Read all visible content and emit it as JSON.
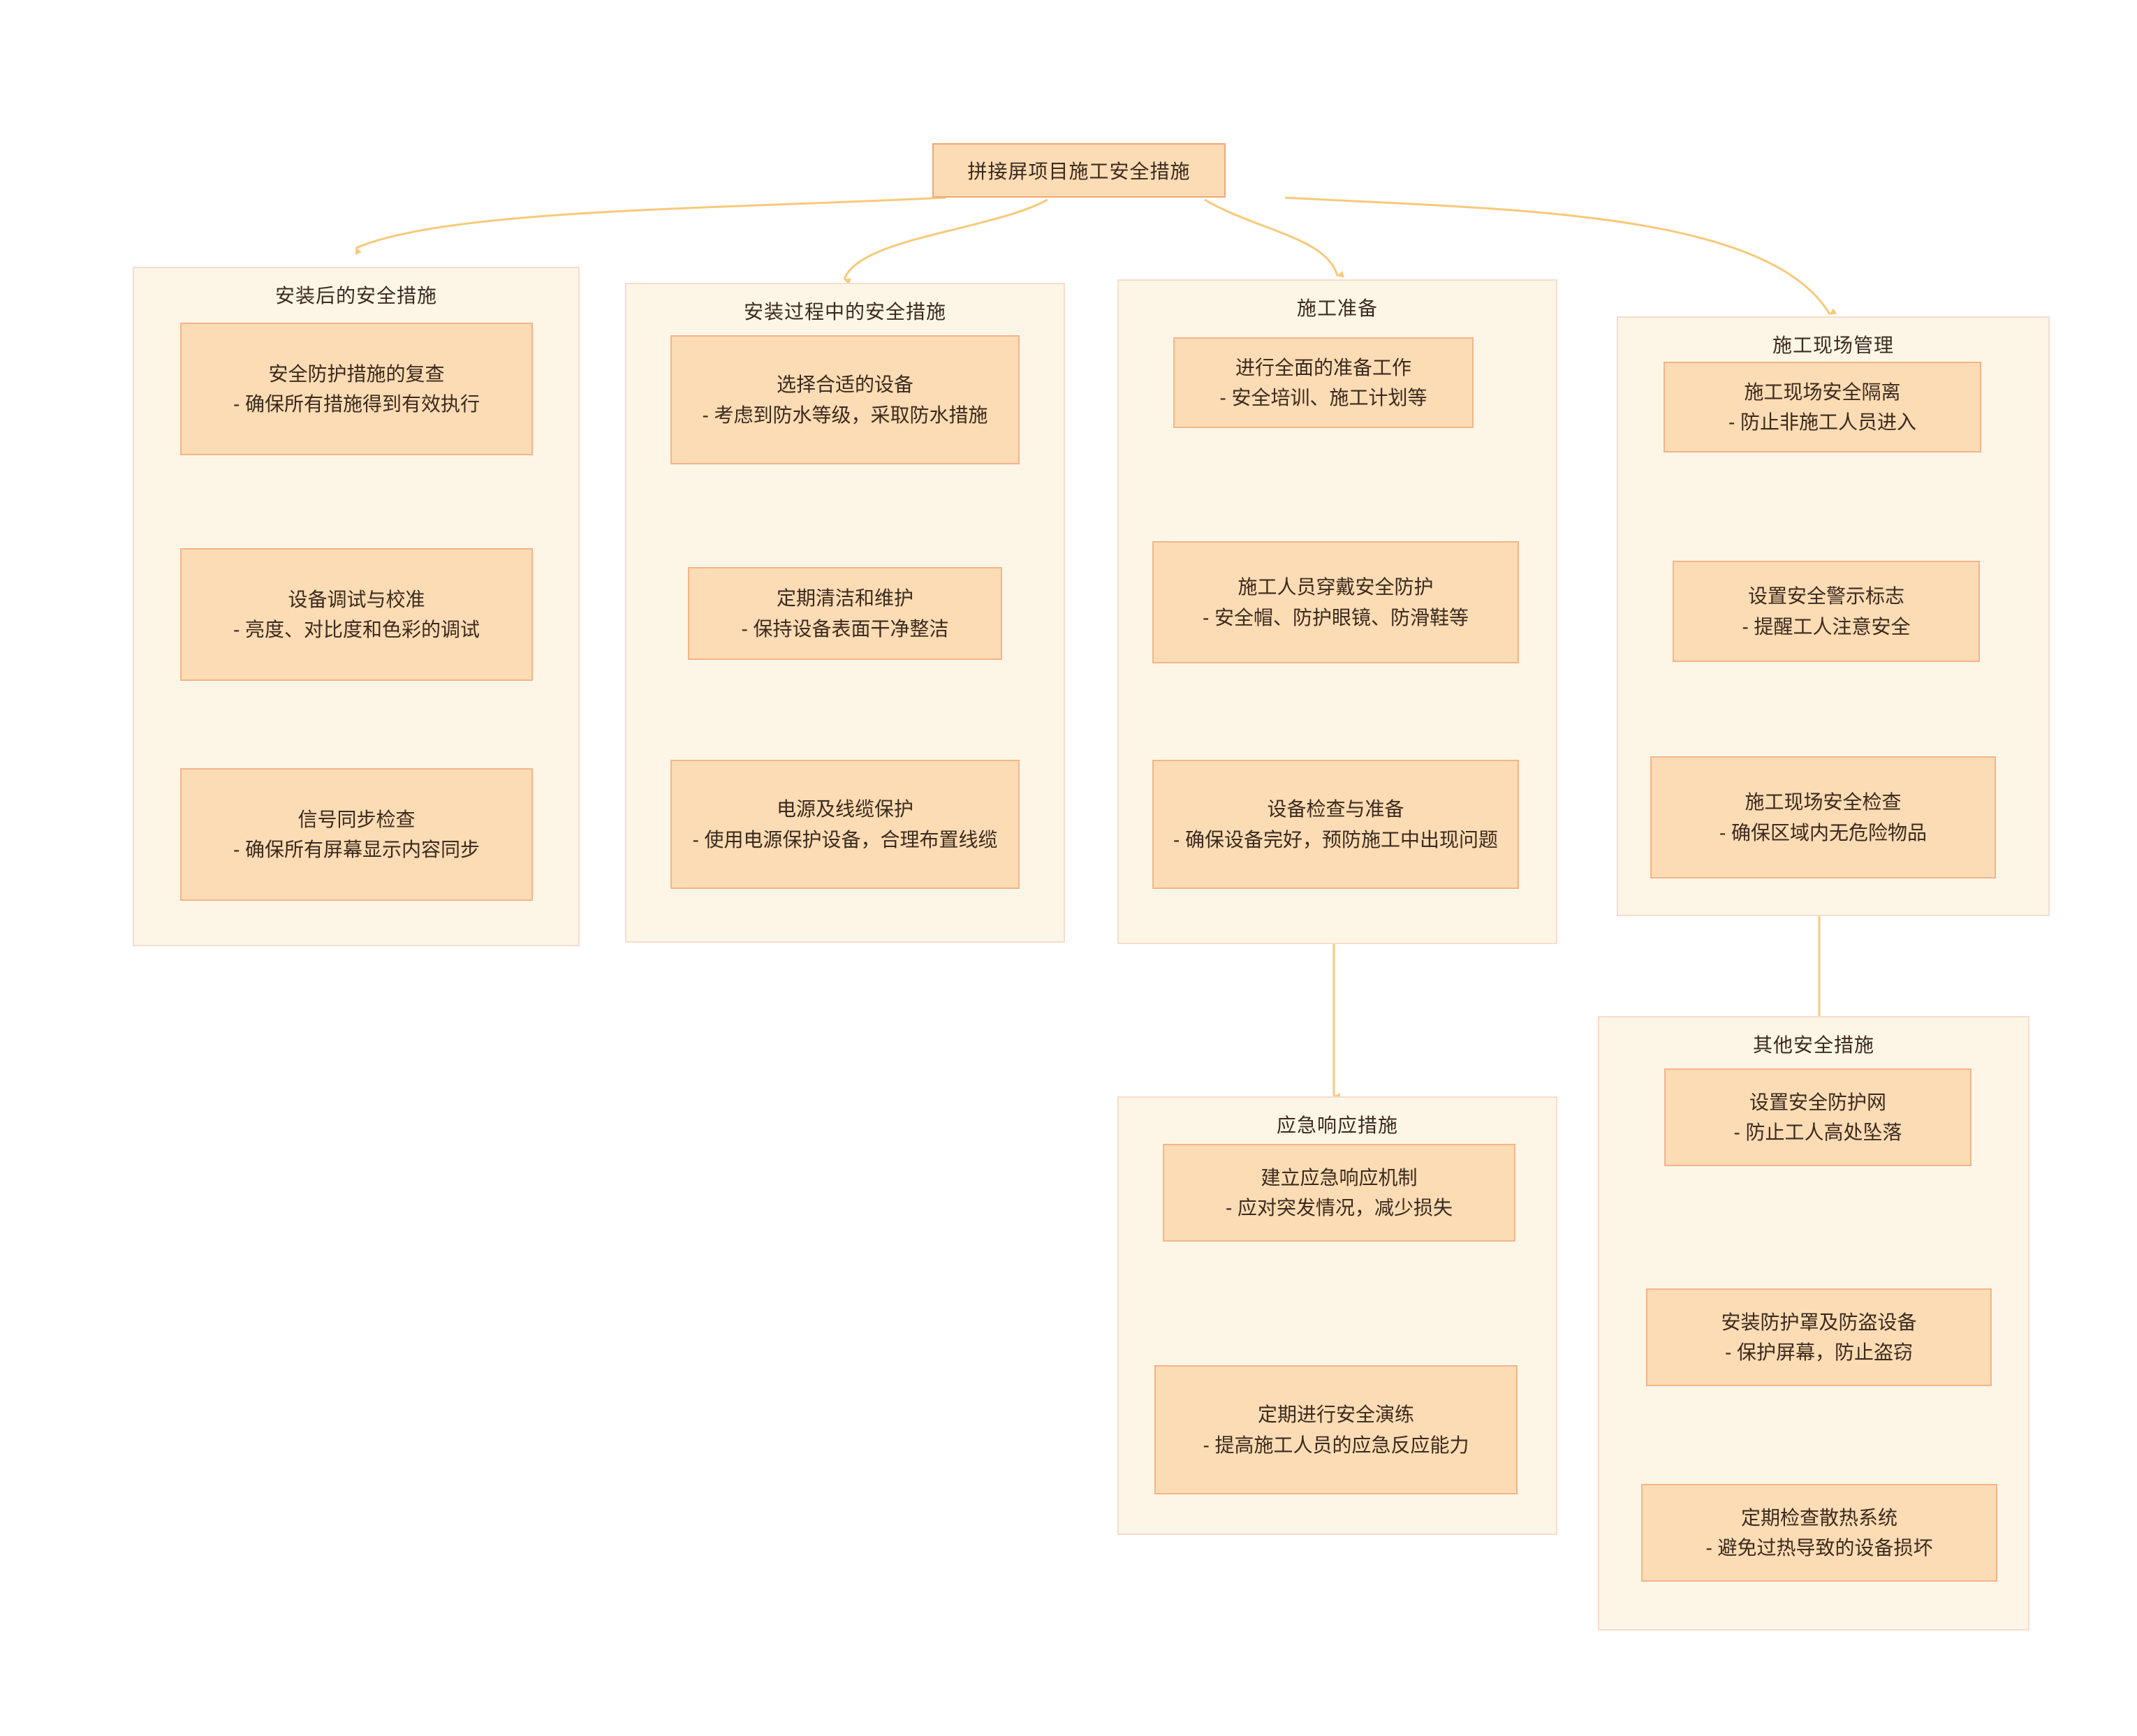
{
  "diagram": {
    "type": "flowchart",
    "title": "拼接屏项目施工安全措施",
    "colors": {
      "node_fill": "#fbdcb4",
      "node_border": "#f5b48a",
      "root_border": "#f0a875",
      "group_fill": "#fdf6e7",
      "group_border": "#f8dccd",
      "edge": "#f8c97a",
      "text": "#3c2a1e",
      "page_background": "#ffffff"
    }
  },
  "root": {
    "label": "拼接屏项目施工安全措施"
  },
  "groups": [
    {
      "id": "post-install",
      "title": "安装后的安全措施",
      "nodes": [
        {
          "title": "安全防护措施的复查",
          "detail": "- 确保所有措施得到有效执行"
        },
        {
          "title": "设备调试与校准",
          "detail": "- 亮度、对比度和色彩的调试"
        },
        {
          "title": "信号同步检查",
          "detail": "- 确保所有屏幕显示内容同步"
        }
      ]
    },
    {
      "id": "during-install",
      "title": "安装过程中的安全措施",
      "nodes": [
        {
          "title": "选择合适的设备",
          "detail": "- 考虑到防水等级，采取防水措施"
        },
        {
          "title": "定期清洁和维护",
          "detail": "- 保持设备表面干净整洁"
        },
        {
          "title": "电源及线缆保护",
          "detail": "- 使用电源保护设备，合理布置线缆"
        }
      ]
    },
    {
      "id": "construction-prep",
      "title": "施工准备",
      "nodes": [
        {
          "title": "进行全面的准备工作",
          "detail": "- 安全培训、施工计划等"
        },
        {
          "title": "施工人员穿戴安全防护",
          "detail": "- 安全帽、防护眼镜、防滑鞋等"
        },
        {
          "title": "设备检查与准备",
          "detail": "- 确保设备完好，预防施工中出现问题"
        }
      ]
    },
    {
      "id": "site-management",
      "title": "施工现场管理",
      "nodes": [
        {
          "title": "施工现场安全隔离",
          "detail": "- 防止非施工人员进入"
        },
        {
          "title": "设置安全警示标志",
          "detail": "- 提醒工人注意安全"
        },
        {
          "title": "施工现场安全检查",
          "detail": "- 确保区域内无危险物品"
        }
      ]
    },
    {
      "id": "emergency-response",
      "title": "应急响应措施",
      "nodes": [
        {
          "title": "建立应急响应机制",
          "detail": "- 应对突发情况，减少损失"
        },
        {
          "title": "定期进行安全演练",
          "detail": "- 提高施工人员的应急反应能力"
        }
      ]
    },
    {
      "id": "other-measures",
      "title": "其他安全措施",
      "nodes": [
        {
          "title": "设置安全防护网",
          "detail": "- 防止工人高处坠落"
        },
        {
          "title": "安装防护罩及防盗设备",
          "detail": "- 保护屏幕，防止盗窃"
        },
        {
          "title": "定期检查散热系统",
          "detail": "- 避免过热导致的设备损坏"
        }
      ]
    }
  ]
}
